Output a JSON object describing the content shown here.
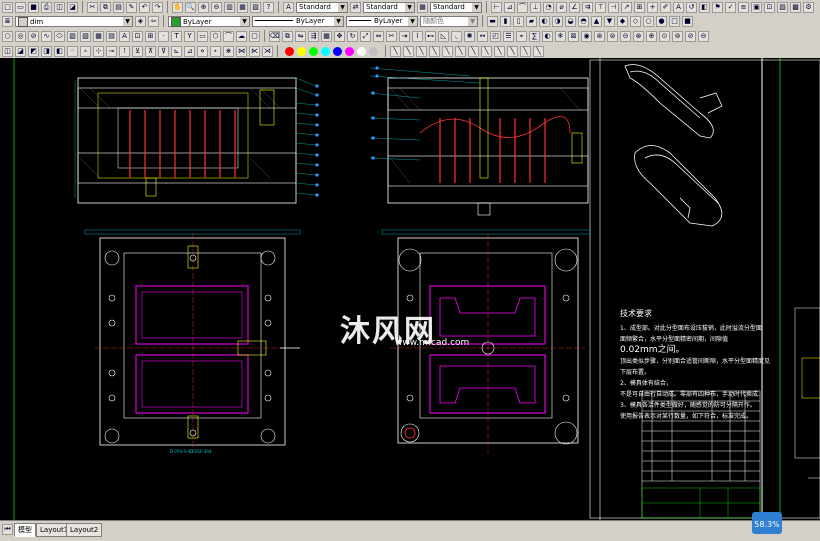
{
  "toolbar": {
    "text_style": "Standard",
    "dim_style": "Standard",
    "table_style": "Standard",
    "layer": "dim",
    "color": "ByLayer",
    "linetype": "ByLayer",
    "lineweight": "ByLayer",
    "plot_style": "随颜色",
    "palette": [
      "#ff0000",
      "#ffff00",
      "#00ff00",
      "#00ffff",
      "#0000ff",
      "#ff00ff",
      "#ffffff",
      "#c0c0c0"
    ]
  },
  "drawing": {
    "notes_title": "技术要求",
    "notes_lines": [
      "1、成型部。对此分型面布设压拔销，此时溢流分型面",
      "面频繁合，水平分型面精密间期，间隙值",
      "0.02mm之间。",
      "顶出类似步骤，分别面合适管间断隙，水平分型面精度见",
      "下层布置。",
      "2、模具体有结合，",
      "不是可自由行自动成。零部有四种布，手动时代换成.",
      "3、模具各活件类型做好，随感觉的防可分隔开作。",
      "使用报告表示对某行数量，如下符合，标准完成。"
    ],
    "watermark": "沐风网",
    "watermark_url": "www.mfcad.com",
    "dim_label": "D-7P3-4-4D-D1F-3A4"
  },
  "layout_tabs": [
    "模型",
    "Layout1",
    "Layout2"
  ],
  "zoom": "58.3%"
}
